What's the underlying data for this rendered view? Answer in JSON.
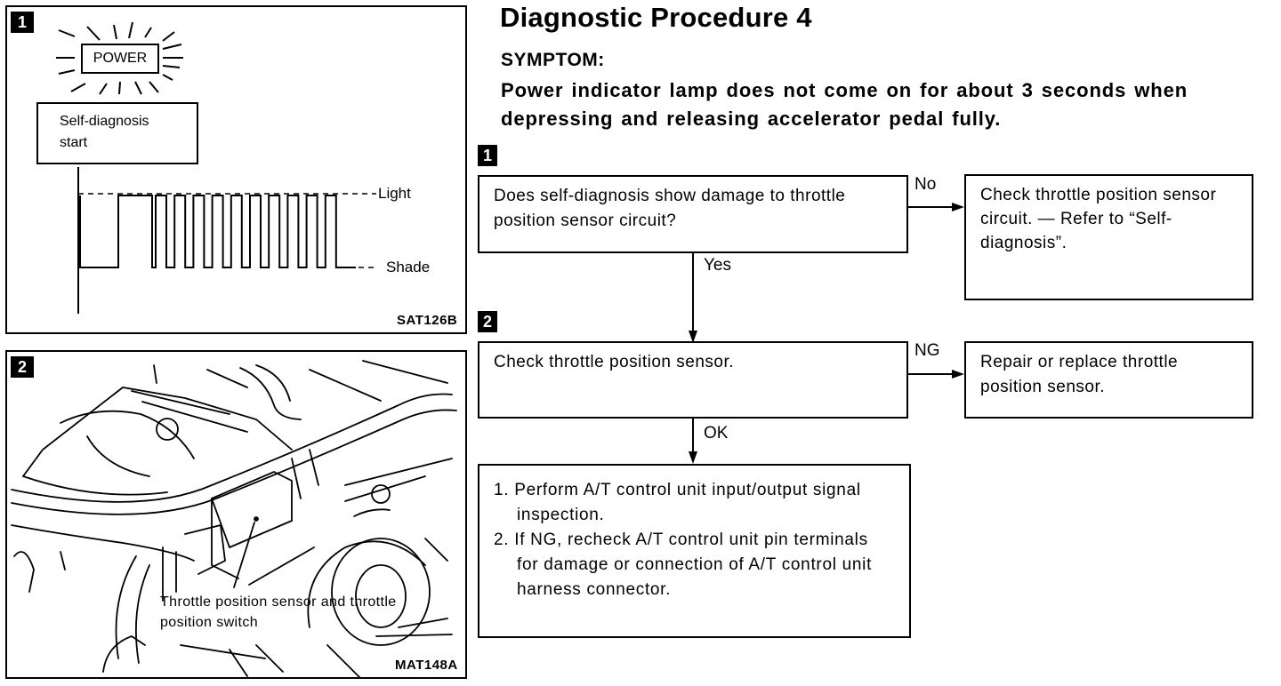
{
  "page": {
    "title": "Diagnostic Procedure 4",
    "symptom_heading": "SYMPTOM:",
    "symptom_text": "Power indicator lamp does not come on for about 3 seconds when depressing and releasing accelerator pedal fully."
  },
  "figures": [
    {
      "badge": "1",
      "lamp_label": "POWER",
      "start_label": "Self-diagnosis start",
      "light_label": "Light",
      "shade_label": "Shade",
      "code": "SAT126B",
      "waveform_pulses": 11
    },
    {
      "badge": "2",
      "callout": "Throttle position sensor and throttle position switch",
      "code": "MAT148A"
    }
  ],
  "flowchart": {
    "step1": {
      "badge": "1",
      "question": "Does self-diagnosis show damage to throttle position sensor circuit?",
      "no_label": "No",
      "no_action": "Check throttle position sensor circuit. — Refer to “Self- diagnosis”.",
      "yes_label": "Yes"
    },
    "step2": {
      "badge": "2",
      "check": "Check throttle position sensor.",
      "ng_label": "NG",
      "ng_action": "Repair or replace throttle position sensor.",
      "ok_label": "OK"
    },
    "final": {
      "items": [
        "1. Perform A/T control unit input/output signal inspection.",
        "2. If NG, recheck A/T control unit pin terminals for damage or connection of A/T control unit harness connector."
      ]
    }
  }
}
